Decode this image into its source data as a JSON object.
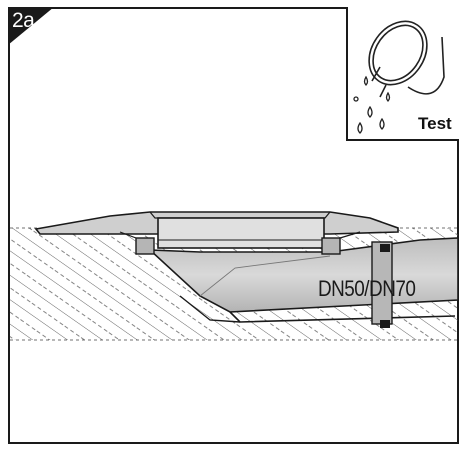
{
  "step": {
    "label": "2a"
  },
  "inset": {
    "label": "Test",
    "icon": "bucket-pouring-water-icon"
  },
  "pipe": {
    "label": "DN50/DN70"
  },
  "colors": {
    "outline": "#1a1a1a",
    "pipe_fill": "#c9c9c9",
    "pipe_shade": "#a8a8a8",
    "drain_fill": "#d6d6d6",
    "hatch": "#555555"
  }
}
